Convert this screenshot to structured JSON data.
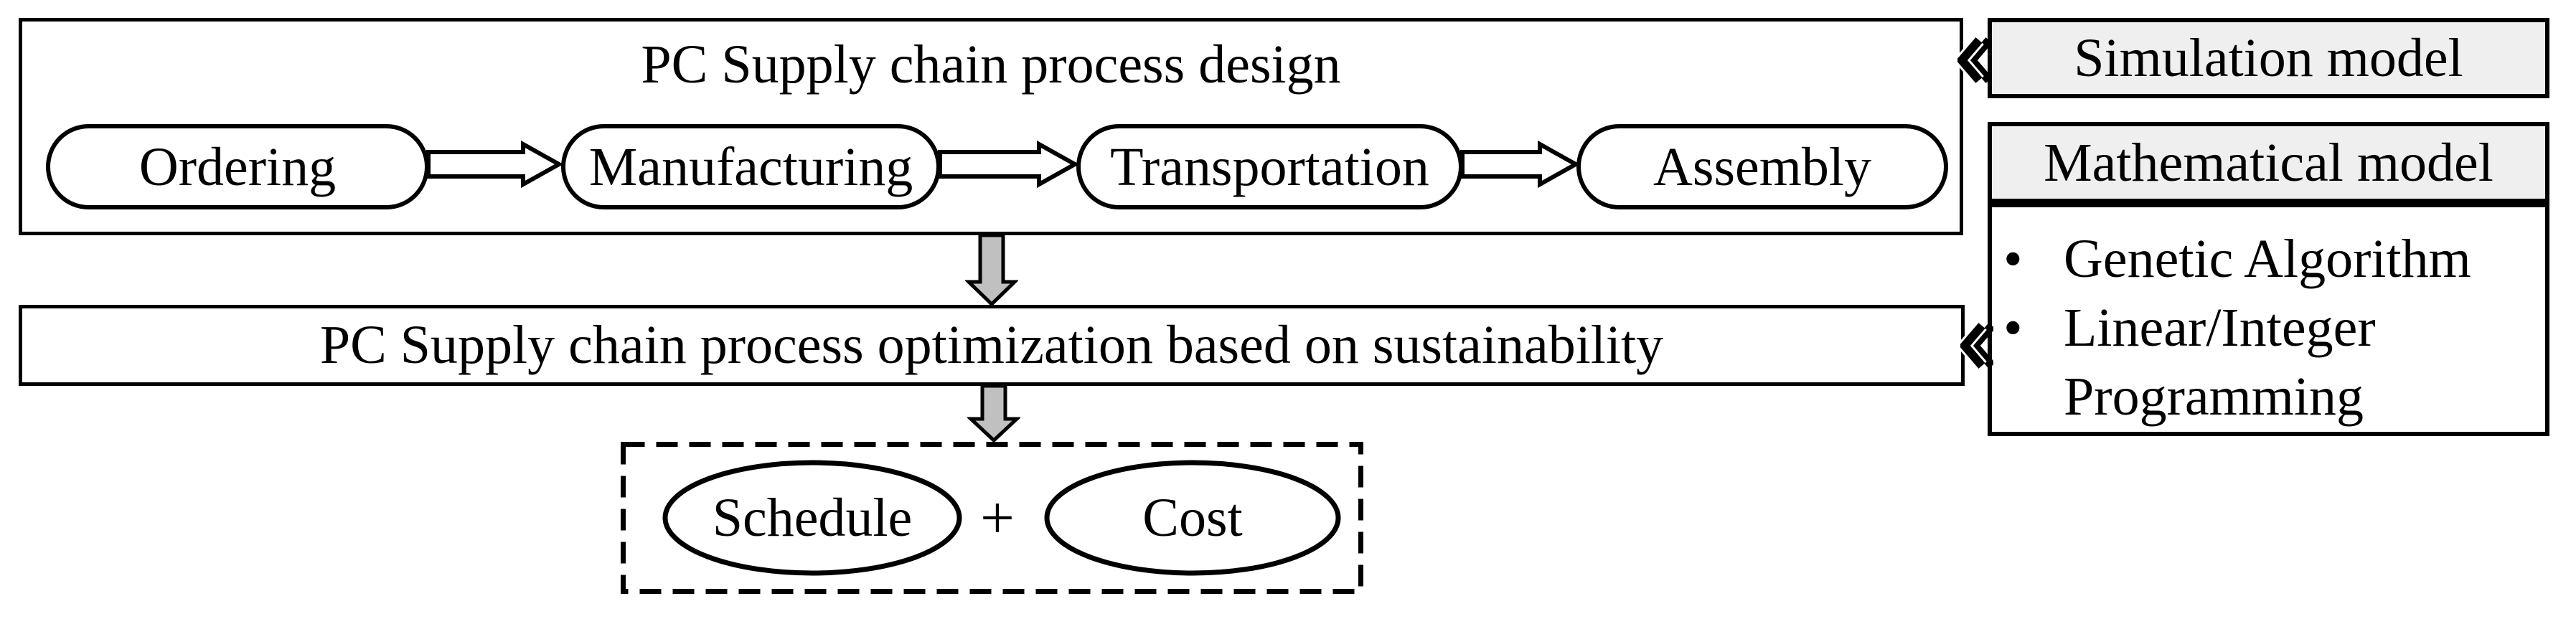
{
  "design_box": {
    "title": "PC Supply chain process design",
    "stages": [
      {
        "label": "Ordering"
      },
      {
        "label": "Manufacturing"
      },
      {
        "label": "Transportation"
      },
      {
        "label": "Assembly"
      }
    ]
  },
  "optimization_box": {
    "title": "PC Supply chain process optimization based on sustainability"
  },
  "output_box": {
    "items": [
      {
        "label": "Schedule"
      },
      {
        "label": "Cost"
      }
    ],
    "separator": "+"
  },
  "side_panel": {
    "simulation": {
      "title": "Simulation model"
    },
    "mathematical": {
      "title": "Mathematical model",
      "bullets": [
        {
          "label": "Genetic Algorithm"
        },
        {
          "label": "Linear/Integer Programming"
        }
      ]
    }
  },
  "colors": {
    "header_fill": "#efefef",
    "arrow_fill": "#c0c0c0",
    "line": "#000000"
  }
}
